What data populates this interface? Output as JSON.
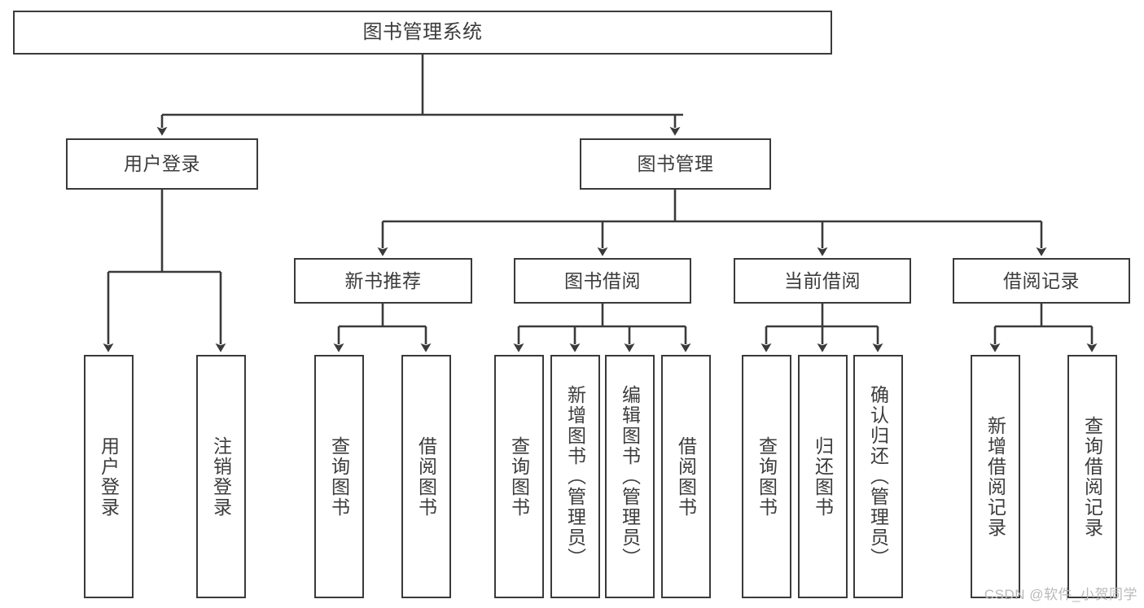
{
  "diagram": {
    "title": "图书管理系统",
    "type": "tree",
    "root": {
      "label": "图书管理系统"
    },
    "level2": [
      {
        "label": "用户登录"
      },
      {
        "label": "图书管理"
      }
    ],
    "level3": [
      {
        "label": "新书推荐"
      },
      {
        "label": "图书借阅"
      },
      {
        "label": "当前借阅"
      },
      {
        "label": "借阅记录"
      }
    ],
    "leaves": {
      "user_login": [
        {
          "label": "用户登录"
        },
        {
          "label": "注销登录"
        }
      ],
      "new_book_recommend": [
        {
          "label": "查询图书"
        },
        {
          "label": "借阅图书"
        }
      ],
      "book_borrow": [
        {
          "label": "查询图书"
        },
        {
          "label": "新增图书（管理员）"
        },
        {
          "label": "编辑图书（管理员）"
        },
        {
          "label": "借阅图书"
        }
      ],
      "current_borrow": [
        {
          "label": "查询图书"
        },
        {
          "label": "归还图书"
        },
        {
          "label": "确认归还（管理员）"
        }
      ],
      "borrow_record": [
        {
          "label": "新增借阅记录"
        },
        {
          "label": "查询借阅记录"
        }
      ]
    }
  },
  "watermark": {
    "text": "CSDN @软件_小贺同学"
  },
  "colors": {
    "stroke": "#3a3a3a",
    "text": "#3c3c3c",
    "background": "#ffffff",
    "watermark": "#b9b9b9"
  }
}
